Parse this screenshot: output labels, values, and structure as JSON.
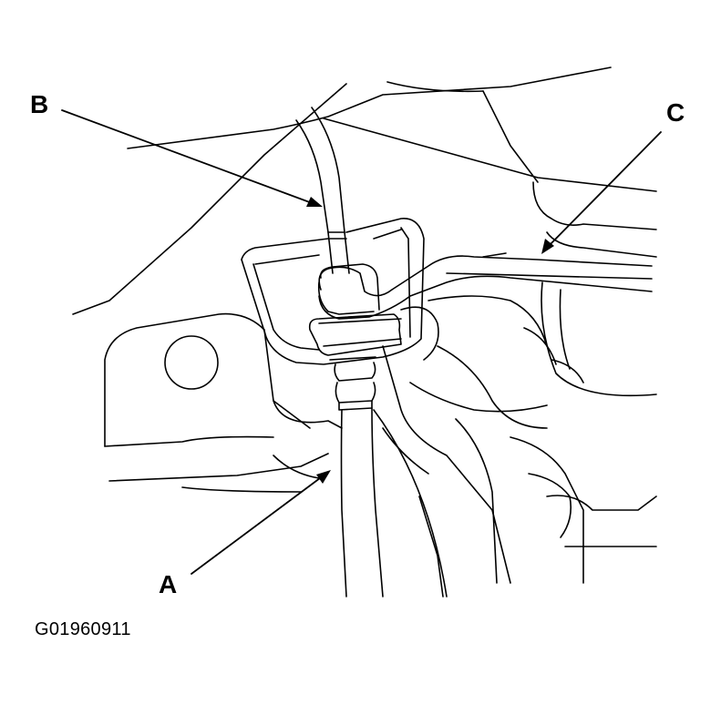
{
  "labels": {
    "a": "A",
    "b": "B",
    "c": "C"
  },
  "figure_code": "G01960911",
  "colors": {
    "line": "#000000",
    "background": "#ffffff"
  }
}
